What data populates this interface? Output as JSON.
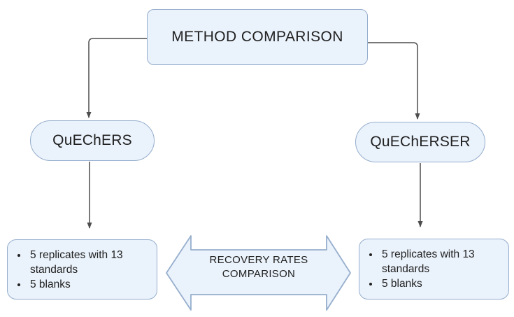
{
  "colors": {
    "box_fill": "#eaf2fb",
    "box_border": "#96aecd",
    "connector": "#4d4d4d",
    "text": "#212121"
  },
  "diagram": {
    "root": {
      "label": "METHOD COMPARISON"
    },
    "method_left": {
      "label": "QuEChERS"
    },
    "method_right": {
      "label": "QuEChERSER"
    },
    "samples_left": {
      "items": [
        "5 replicates with 13 standards",
        "5 blanks"
      ]
    },
    "samples_right": {
      "items": [
        "5 replicates with 13 standards",
        "5 blanks"
      ]
    },
    "recovery_arrow": {
      "line1": "RECOVERY RATES",
      "line2": "COMPARISON"
    }
  }
}
